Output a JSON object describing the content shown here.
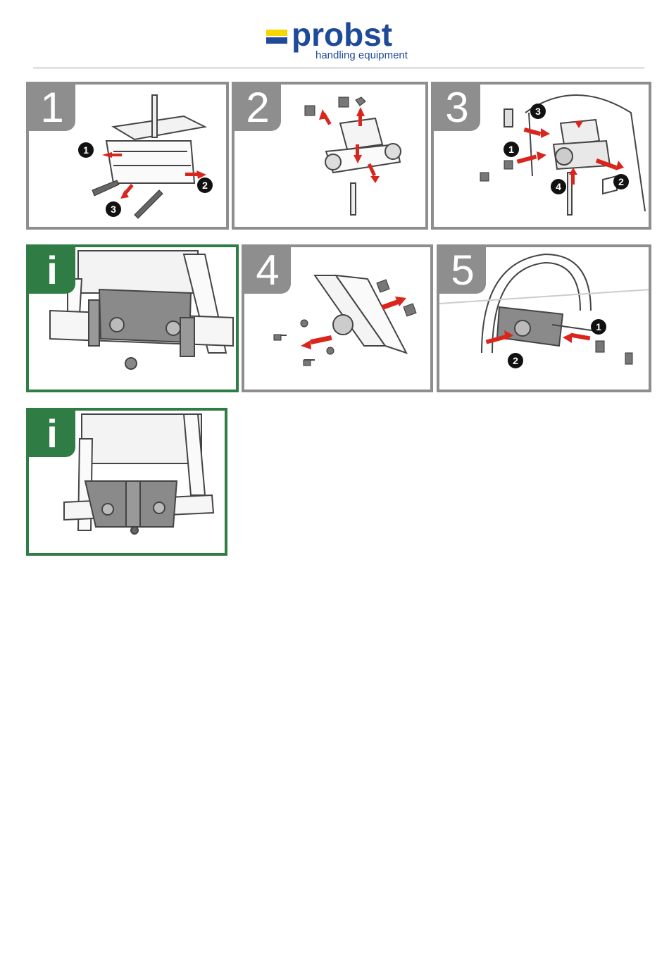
{
  "header": {
    "brand": "probst",
    "tagline": "handling equipment",
    "colors": {
      "blue": "#1f4a98",
      "yellow": "#f7d500"
    }
  },
  "panels": [
    {
      "badge": "1",
      "callouts": [
        "1",
        "2",
        "3"
      ]
    },
    {
      "badge": "2",
      "callouts": []
    },
    {
      "badge": "3",
      "callouts": [
        "1",
        "2",
        "3",
        "4"
      ]
    },
    {
      "badge": "i",
      "callouts": []
    },
    {
      "badge": "4",
      "callouts": []
    },
    {
      "badge": "5",
      "callouts": [
        "1",
        "2"
      ]
    },
    {
      "badge": "i",
      "callouts": []
    }
  ],
  "colors": {
    "frame_grey": "#8e8e8e",
    "info_green": "#2f7d45",
    "arrow_red": "#d9251c"
  }
}
